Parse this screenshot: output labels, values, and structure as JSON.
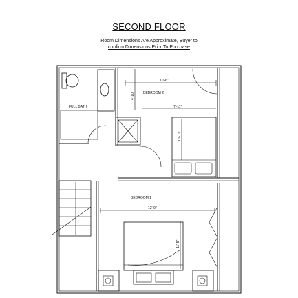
{
  "header": {
    "title": "SECOND FLOOR",
    "note_line1": "Room Dimensions Are Approximate, Buyer to",
    "note_line2": "confirm Dimensions Prior To Purchase"
  },
  "rooms": {
    "full_bath": "FULL BATH",
    "bedroom_2": "BEDROOM 2",
    "bedroom_1": "BEDROOM 1"
  },
  "dimensions": {
    "bedroom_2_width": "10'-6\"",
    "bedroom_2_depth": "4'-10\"",
    "bedroom_2_inner": "7'-11\"",
    "bedroom_2_bed_run": "10'-11\"",
    "bedroom_1_width": "12'-9\"",
    "bedroom_1_depth": "11'-5\""
  }
}
